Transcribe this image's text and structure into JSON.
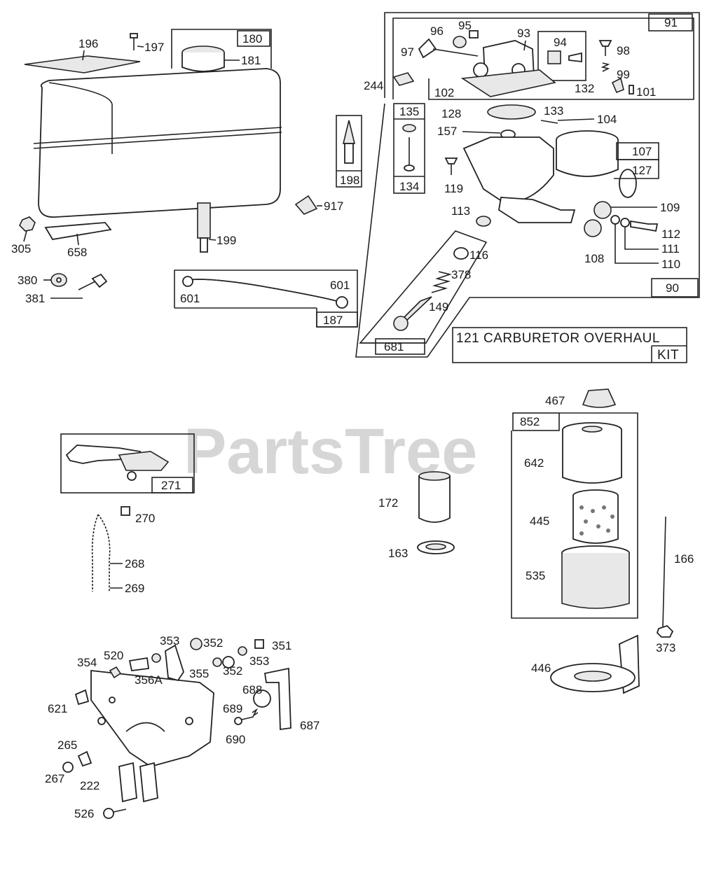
{
  "watermark": "PartsTree",
  "kit_label": {
    "line1": "121 CARBURETOR OVERHAUL",
    "line2": "KIT"
  },
  "box_labels": {
    "b180": "180",
    "b91": "91",
    "b94": "94",
    "b135": "135",
    "b134": "134",
    "b198": "198",
    "b107": "107",
    "b127": "127",
    "b90": "90",
    "b601": "601",
    "b187": "187",
    "b681": "681",
    "b271": "271",
    "b852": "852"
  },
  "parts": {
    "p196": "196",
    "p197": "197",
    "p181": "181",
    "p305": "305",
    "p658": "658",
    "p199": "199",
    "p380": "380",
    "p381": "381",
    "p917": "917",
    "p601": "601",
    "p244": "244",
    "p96": "96",
    "p95": "95",
    "p93": "93",
    "p97": "97",
    "p98": "98",
    "p99": "99",
    "p132": "132",
    "p101": "101",
    "p102": "102",
    "p128": "128",
    "p133": "133",
    "p104": "104",
    "p157": "157",
    "p119": "119",
    "p113": "113",
    "p116": "116",
    "p378": "378",
    "p149": "149",
    "p109": "109",
    "p112": "112",
    "p111": "111",
    "p108": "108",
    "p110": "110",
    "p467": "467",
    "p642": "642",
    "p172": "172",
    "p445": "445",
    "p163": "163",
    "p535": "535",
    "p166": "166",
    "p373": "373",
    "p446": "446",
    "p270": "270",
    "p268": "268",
    "p269": "269",
    "p353a": "353",
    "p352a": "352",
    "p351": "351",
    "p354": "354",
    "p520": "520",
    "p356A": "356A",
    "p355": "355",
    "p352b": "352",
    "p353b": "353",
    "p621": "621",
    "p688": "688",
    "p689": "689",
    "p687": "687",
    "p690": "690",
    "p265": "265",
    "p267": "267",
    "p222": "222",
    "p526": "526"
  }
}
